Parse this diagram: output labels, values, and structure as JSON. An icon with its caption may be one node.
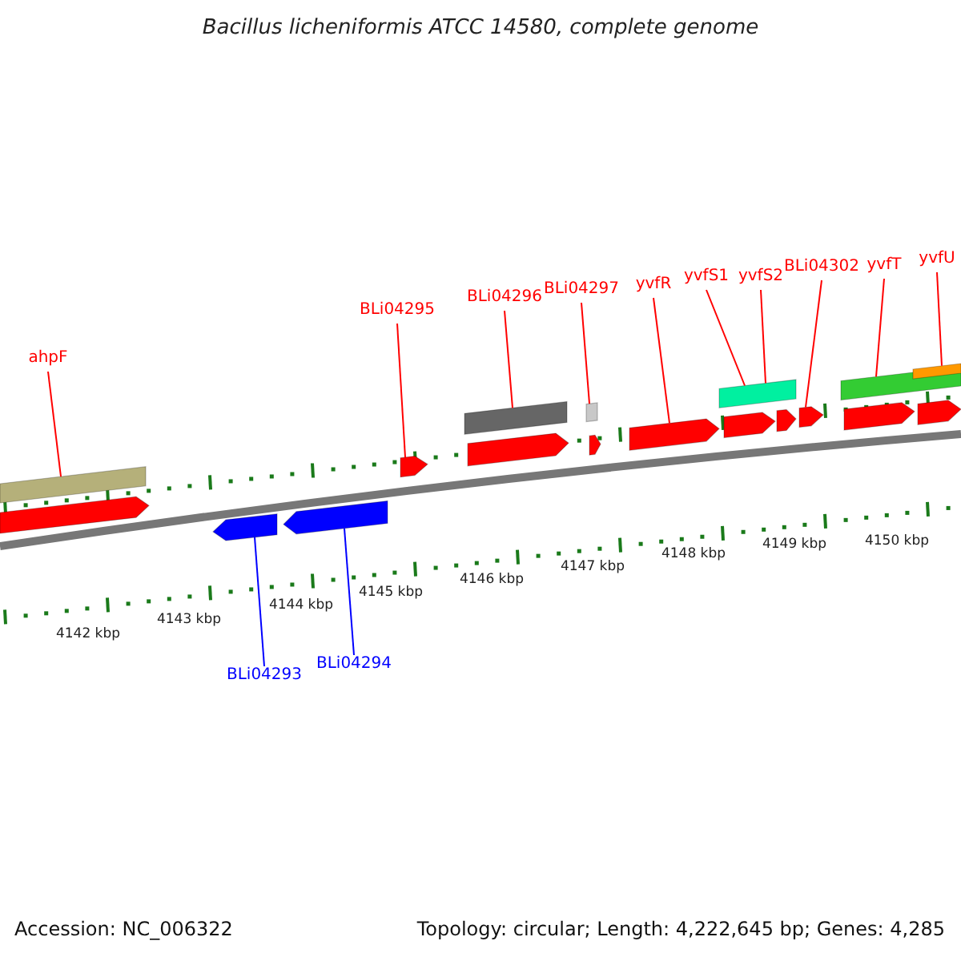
{
  "diagram": {
    "title": "Bacillus licheniformis ATCC 14580, complete genome",
    "nodes": [
      {
        "text": [
          "ahpF"
        ]
      },
      {
        "text": [
          "BLi04295"
        ]
      },
      {
        "text": [
          "BLi04296"
        ]
      },
      {
        "text": [
          "BLi04297"
        ]
      },
      {
        "text": [
          "yvfR"
        ]
      },
      {
        "text": [
          "yvfS1"
        ]
      },
      {
        "text": [
          "yvfS2"
        ]
      },
      {
        "text": [
          "BLi04302"
        ]
      },
      {
        "text": [
          "yvfT"
        ]
      },
      {
        "text": [
          "yvfU"
        ]
      },
      {
        "text": [
          "BLi04293"
        ]
      },
      {
        "text": [
          "BLi04294"
        ]
      },
      {
        "text": [],
        "shape": "bar"
      },
      {
        "text": [],
        "shape": "arrow"
      },
      {
        "text": [],
        "shape": "arrow"
      },
      {
        "text": [],
        "shape": "arrow"
      },
      {
        "text": [],
        "shape": "arrow"
      },
      {
        "text": [],
        "shape": "bar"
      },
      {
        "text": [],
        "shape": "arrow"
      },
      {
        "text": [],
        "shape": "bar"
      },
      {
        "text": [],
        "shape": "arrow"
      },
      {
        "text": [],
        "shape": "arrow"
      },
      {
        "text": [],
        "shape": "bar"
      },
      {
        "text": [],
        "shape": "arrow"
      },
      {
        "text": [],
        "shape": "arrow"
      },
      {
        "text": [],
        "shape": "arrow"
      },
      {
        "text": [],
        "shape": "bar"
      },
      {
        "text": [],
        "shape": "bar"
      },
      {
        "text": [],
        "shape": "arrow"
      },
      {
        "text": [],
        "shape": "arrow"
      }
    ],
    "edges": [
      {
        "from": 0,
        "to": 12,
        "arrow": "none"
      },
      {
        "from": 1,
        "to": 16,
        "arrow": "none"
      },
      {
        "from": 2,
        "to": 17,
        "arrow": "none"
      },
      {
        "from": 3,
        "to": 19,
        "arrow": "none"
      },
      {
        "from": 4,
        "to": 21,
        "arrow": "none"
      },
      {
        "from": 5,
        "to": 22,
        "arrow": "none"
      },
      {
        "from": 6,
        "to": 22,
        "arrow": "none"
      },
      {
        "from": 7,
        "to": 25,
        "arrow": "none"
      },
      {
        "from": 8,
        "to": 26,
        "arrow": "none"
      },
      {
        "from": 9,
        "to": 27,
        "arrow": "none"
      },
      {
        "from": 10,
        "to": 14,
        "arrow": "none",
        "color": "#0000ff"
      },
      {
        "from": 11,
        "to": 15,
        "arrow": "none",
        "color": "#0000ff"
      }
    ],
    "labels": [
      "4142 kbp",
      "4143 kbp",
      "4144 kbp",
      "4145 kbp",
      "4146 kbp",
      "4147 kbp",
      "4148 kbp",
      "4149 kbp",
      "4150 kbp",
      "Accession: NC_006322",
      "Topology: circular; Length: 4,222,645 bp; Genes: 4,285"
    ]
  }
}
